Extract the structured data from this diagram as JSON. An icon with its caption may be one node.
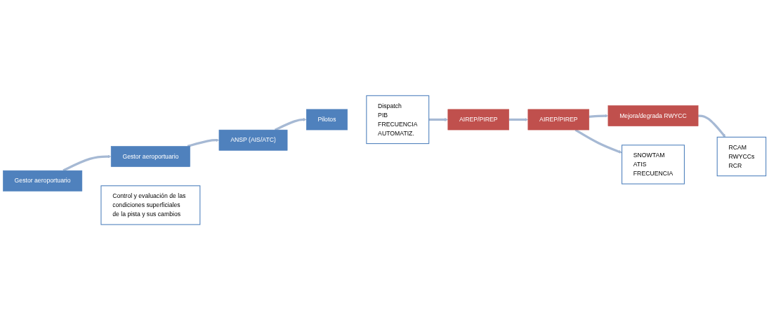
{
  "diagram": {
    "nodes": [
      {
        "text": [
          "Gestor aeroportuario"
        ]
      },
      {
        "text": [
          "Control y evaluación de las condiciones superficiales de la pista y sus cambios"
        ]
      },
      {
        "text": [
          "Gestor aeroportuario"
        ]
      },
      {
        "text": [
          "RCAM",
          "RWYCCs",
          "RCR"
        ]
      },
      {
        "text": [
          "ANSP (AIS/ATC)"
        ]
      },
      {
        "text": [
          "SNOWTAM",
          "ATIS",
          "FRECUENCIA"
        ]
      },
      {
        "text": [
          "Pilotos"
        ]
      },
      {
        "text": [
          "Dispatch",
          "PIB",
          "FRECUENCIA",
          "AUTOMATIZ."
        ]
      },
      {
        "text": [
          "Mejora/degrada RWYCC"
        ]
      },
      {
        "text": [
          "AIREP/PIREP"
        ]
      },
      {
        "text": [
          "AIREP/PIREP"
        ]
      }
    ],
    "edges": [
      {
        "from": 0,
        "to": 2,
        "arrow": "to"
      },
      {
        "from": 2,
        "to": 4,
        "arrow": "to"
      },
      {
        "from": 4,
        "to": 6,
        "arrow": "to"
      },
      {
        "from": 7,
        "to": 10,
        "arrow": "to"
      },
      {
        "from": 10,
        "to": 9,
        "arrow": "to"
      },
      {
        "from": 9,
        "to": 8,
        "arrow": "to"
      },
      {
        "from": 9,
        "to": 5,
        "arrow": "to"
      },
      {
        "from": 8,
        "to": 3,
        "arrow": "to"
      }
    ]
  }
}
